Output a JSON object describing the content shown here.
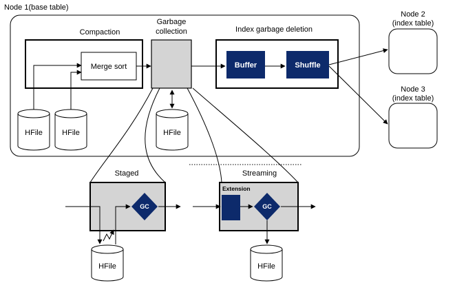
{
  "node1_title": "Node 1(base table)",
  "node2": {
    "title": "Node 2",
    "subtitle": "(index table)"
  },
  "node3": {
    "title": "Node 3",
    "subtitle": "(index table)"
  },
  "compaction": {
    "title": "Compaction",
    "merge_sort": "Merge sort"
  },
  "garbage_collection": {
    "title_line1": "Garbage",
    "title_line2": "collection"
  },
  "index_gc": {
    "title": "Index garbage deletion",
    "buffer": "Buffer",
    "shuffle": "Shuffle"
  },
  "hfile_label": "HFile",
  "staged": {
    "title": "Staged",
    "gc": "GC"
  },
  "streaming": {
    "title": "Streaming",
    "extension": "Extension",
    "gc": "GC"
  },
  "colors": {
    "navy": "#0d2a6b",
    "gray_fill": "#d4d4d4",
    "border": "#000000"
  }
}
